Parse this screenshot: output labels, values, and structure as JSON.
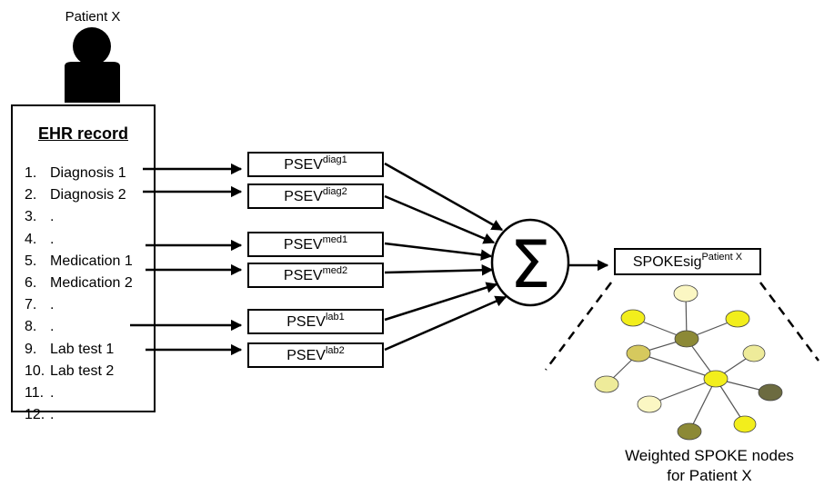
{
  "patient": {
    "label": "Patient X"
  },
  "ehr": {
    "title": "EHR record",
    "items": [
      {
        "num": "1.",
        "text": "Diagnosis 1"
      },
      {
        "num": "2.",
        "text": "Diagnosis 2"
      },
      {
        "num": "3.",
        "text": "."
      },
      {
        "num": "4.",
        "text": "."
      },
      {
        "num": "5.",
        "text": "Medication 1"
      },
      {
        "num": "6.",
        "text": "Medication 2"
      },
      {
        "num": "7.",
        "text": "."
      },
      {
        "num": "8.",
        "text": "."
      },
      {
        "num": "9.",
        "text": "Lab test 1"
      },
      {
        "num": "10.",
        "text": "Lab test 2"
      },
      {
        "num": "11.",
        "text": "."
      },
      {
        "num": "12.",
        "text": "."
      }
    ]
  },
  "psev_boxes": [
    {
      "base": "PSEV",
      "sup": "diag1"
    },
    {
      "base": "PSEV",
      "sup": "diag2"
    },
    {
      "base": "PSEV",
      "sup": "med1"
    },
    {
      "base": "PSEV",
      "sup": "med2"
    },
    {
      "base": "PSEV",
      "sup": "lab1"
    },
    {
      "base": "PSEV",
      "sup": "lab2"
    }
  ],
  "sum_symbol": "Σ",
  "signature": {
    "base": "SPOKEsig",
    "sup": "Patient X"
  },
  "caption": {
    "line1": "Weighted SPOKE nodes",
    "line2": "for Patient X"
  },
  "colors": {
    "stroke": "#000000",
    "silhouette": "#000000",
    "node_bright_yellow": "#f2ee1c",
    "node_pale_yellow": "#fbf7c3",
    "node_light_khaki": "#eeeb9a",
    "node_mustard": "#d6c95e",
    "node_olive": "#8c8936",
    "node_dark_olive": "#6c6b40"
  }
}
